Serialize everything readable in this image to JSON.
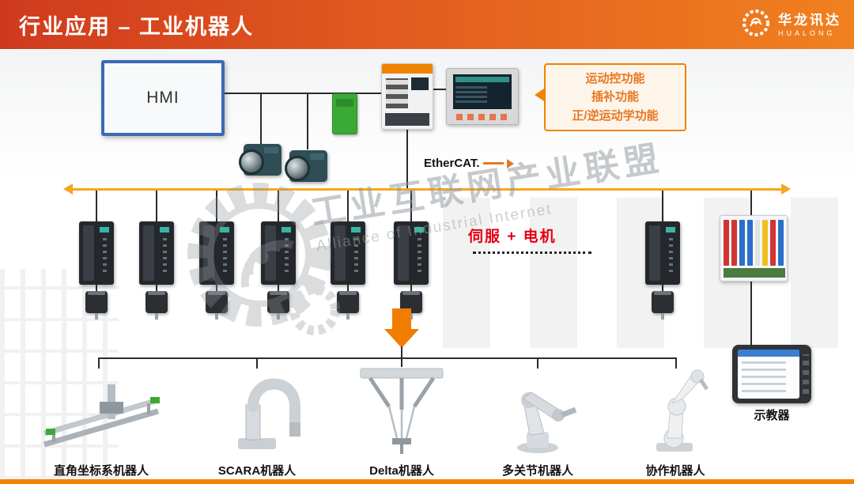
{
  "header": {
    "title": "行业应用 – 工业机器人",
    "logo": {
      "name": "华龙讯达",
      "sub": "HUALONG"
    }
  },
  "diagram": {
    "hmi": "HMI",
    "features": [
      "运动控功能",
      "插补功能",
      "正/逆运动学功能"
    ],
    "ethercat": "EtherCAT.",
    "servo_motor": "伺服 + 电机",
    "pendant": "示教器",
    "robots": [
      {
        "label": "直角坐标系机器人"
      },
      {
        "label": "SCARA机器人"
      },
      {
        "label": "Delta机器人"
      },
      {
        "label": "多关节机器人"
      },
      {
        "label": "协作机器人"
      }
    ]
  },
  "watermark": {
    "cn": "工业互联网产业联盟",
    "en": "Alliance of Industrial Internet"
  },
  "colors": {
    "header_gradient_start": "#cf3a1e",
    "header_gradient_end": "#f0811f",
    "accent_orange": "#f08300",
    "bus_yellow": "#f5a71f",
    "alert_red": "#e60012",
    "hmi_border_blue": "#3a6bb5",
    "coupler_green": "#3aaa35"
  }
}
